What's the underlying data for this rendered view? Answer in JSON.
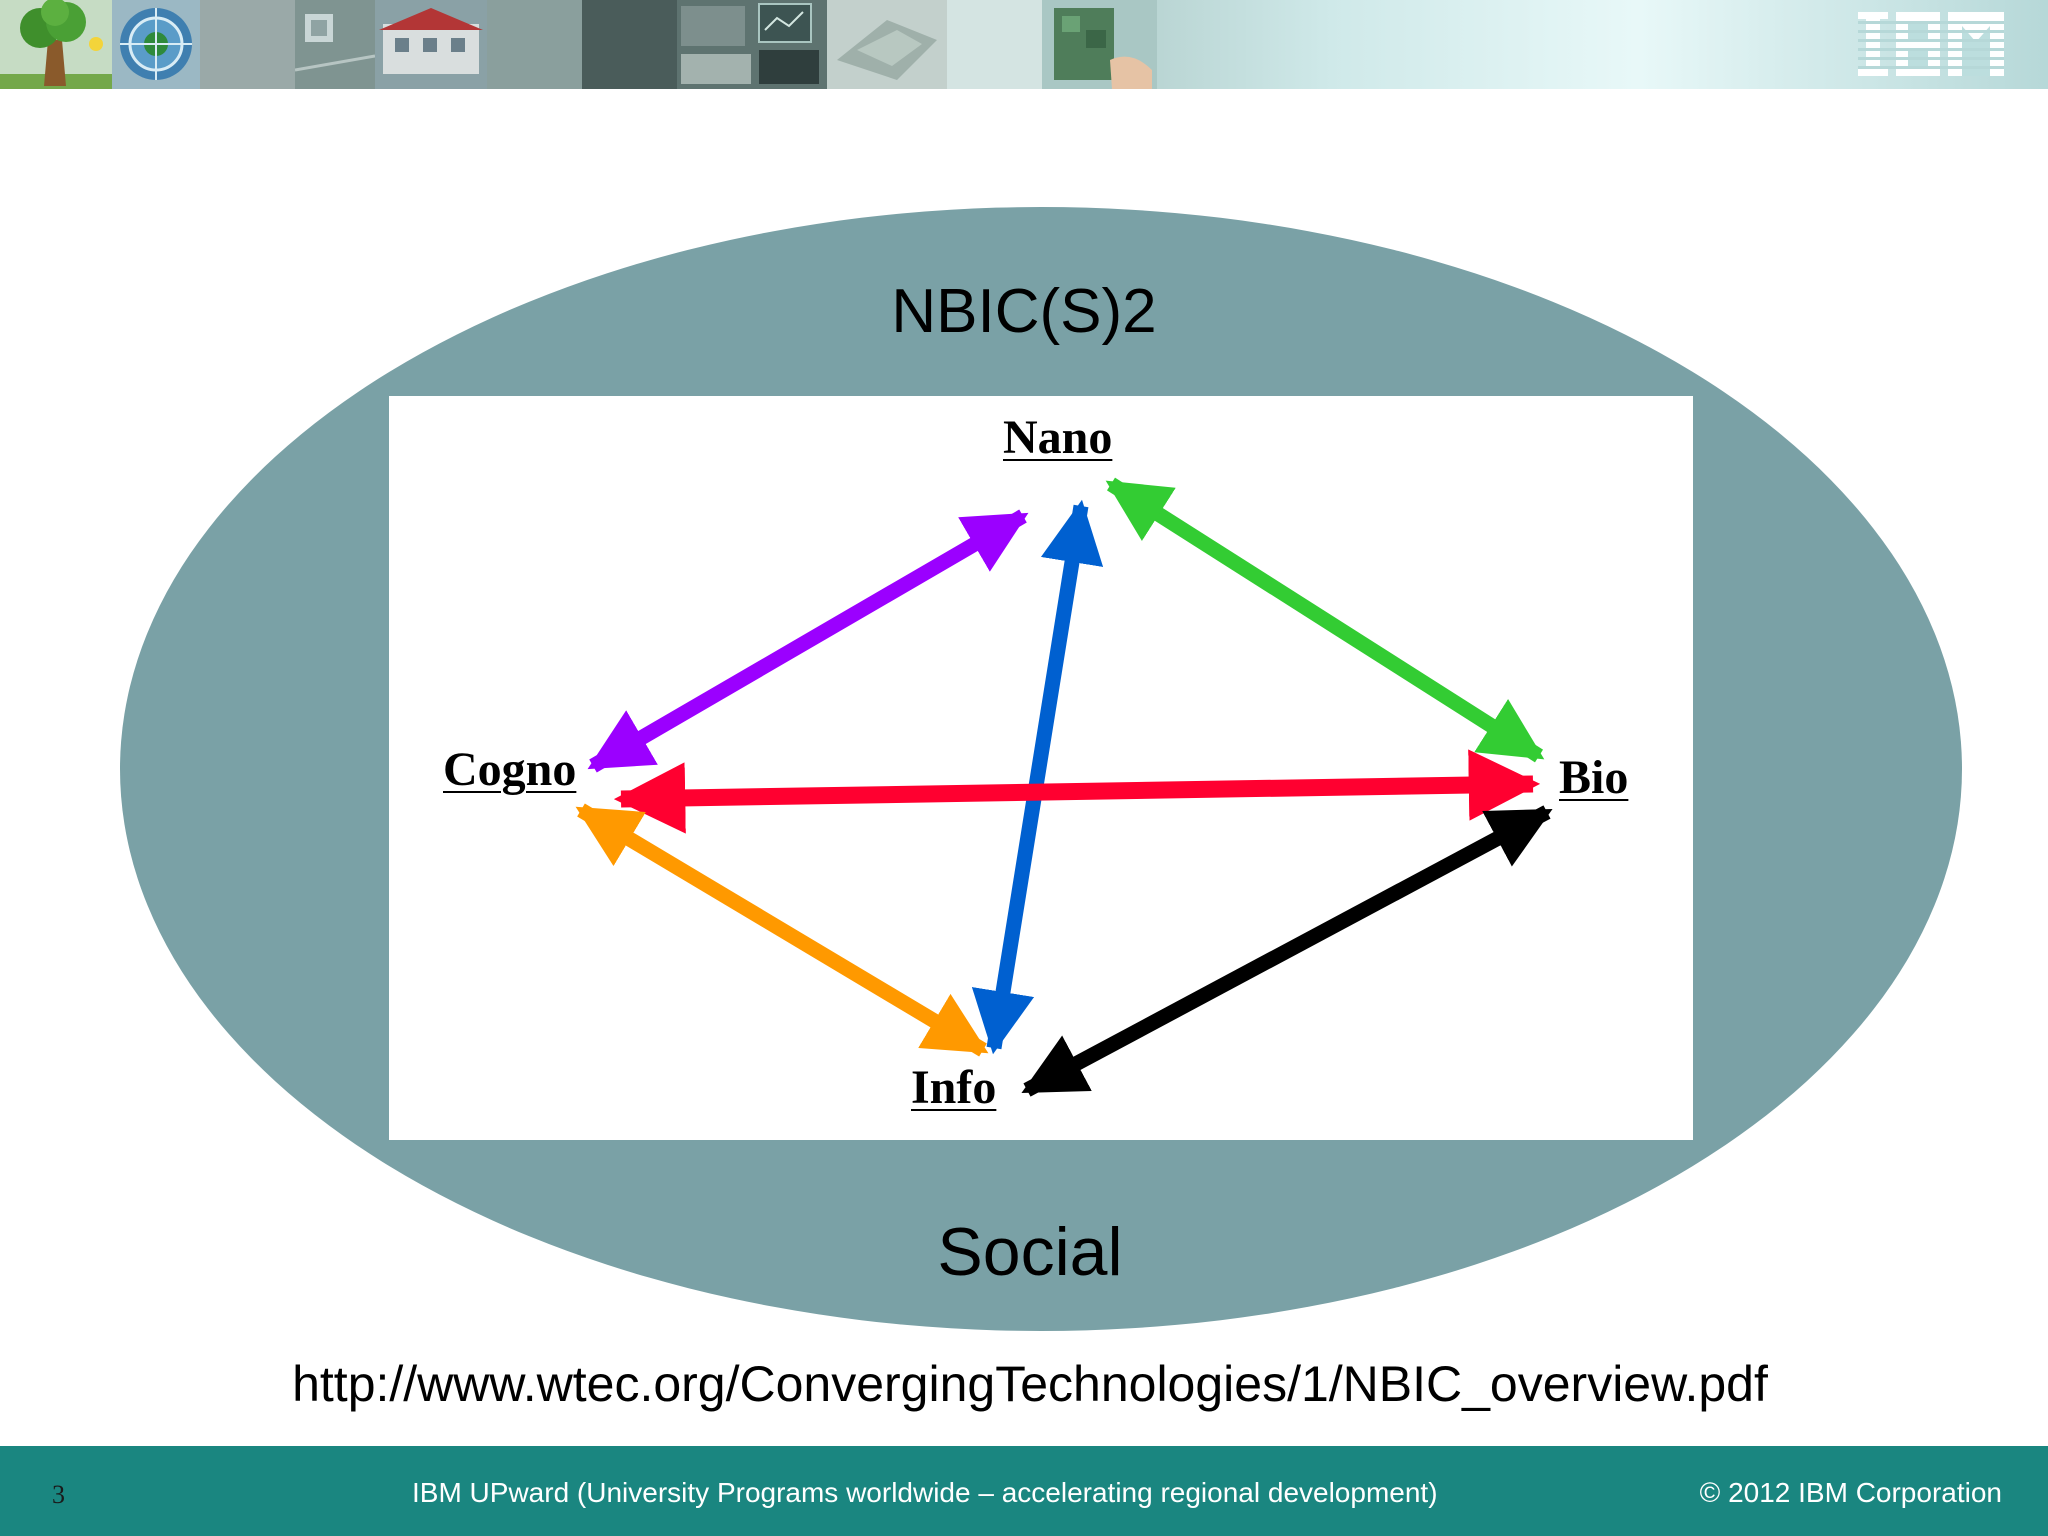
{
  "header": {
    "brand_logo_text": "IBM",
    "icons": [
      "tree-icon",
      "globe-icon",
      "building-photo",
      "house-photo",
      "circuit-photo",
      "satellite-photo",
      "hand-photo"
    ]
  },
  "slide": {
    "title": "NBIC(S)2",
    "outer_label": "Social",
    "source_url": "http://www.wtec.org/ConvergingTechnologies/1/NBIC_overview.pdf"
  },
  "diagram": {
    "nodes": {
      "nano": "Nano",
      "bio": "Bio",
      "cogno": "Cogno",
      "info": "Info"
    },
    "links": [
      {
        "from": "cogno",
        "to": "nano",
        "color": "#9b00ff"
      },
      {
        "from": "info",
        "to": "nano",
        "color": "#0060d0"
      },
      {
        "from": "bio",
        "to": "nano",
        "color": "#33cc33"
      },
      {
        "from": "cogno",
        "to": "bio",
        "color": "#ff0030"
      },
      {
        "from": "cogno",
        "to": "info",
        "color": "#ff9900"
      },
      {
        "from": "info",
        "to": "bio",
        "color": "#000000"
      }
    ]
  },
  "colors": {
    "ellipse": "#7aa1a6",
    "footer": "#1a8680"
  },
  "footer": {
    "slide_number": "3",
    "center_text": "IBM UPward (University Programs worldwide – accelerating regional development)",
    "copyright": "© 2012 IBM Corporation"
  }
}
